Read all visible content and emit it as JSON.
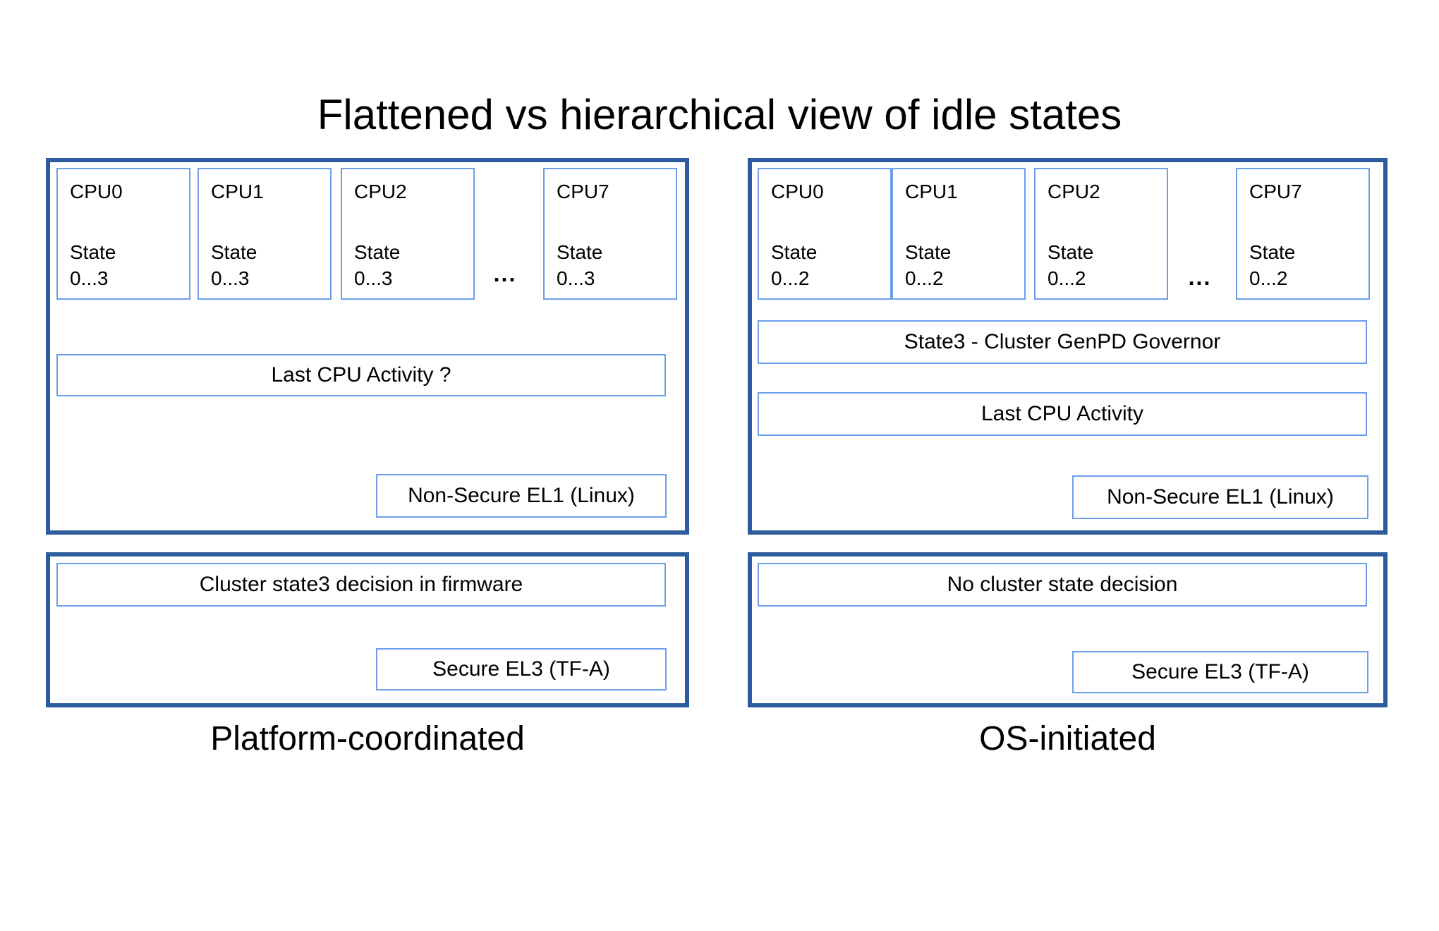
{
  "title": "Flattened vs hierarchical view of idle states",
  "colors": {
    "panel_border": "#2d5c9e",
    "box_border": "#6d9eeb",
    "background": "#ffffff",
    "text": "#000000"
  },
  "left": {
    "caption": "Platform-coordinated",
    "cpus": [
      {
        "name": "CPU0",
        "state_word": "State",
        "state_range": "0...3"
      },
      {
        "name": "CPU1",
        "state_word": "State",
        "state_range": "0...3"
      },
      {
        "name": "CPU2",
        "state_word": "State",
        "state_range": "0...3"
      },
      {
        "name": "CPU7",
        "state_word": "State",
        "state_range": "0...3"
      }
    ],
    "ellipsis": "...",
    "activity_box": "Last CPU Activity ?",
    "el1_box": "Non-Secure EL1 (Linux)",
    "firmware_box": "Cluster state3 decision in firmware",
    "el3_box": "Secure EL3 (TF-A)"
  },
  "right": {
    "caption": "OS-initiated",
    "cpus": [
      {
        "name": "CPU0",
        "state_word": "State",
        "state_range": "0...2"
      },
      {
        "name": "CPU1",
        "state_word": "State",
        "state_range": "0...2"
      },
      {
        "name": "CPU2",
        "state_word": "State",
        "state_range": "0...2"
      },
      {
        "name": "CPU7",
        "state_word": "State",
        "state_range": "0...2"
      }
    ],
    "ellipsis": "...",
    "governor_box": "State3 - Cluster GenPD Governor",
    "activity_box": "Last CPU Activity",
    "el1_box": "Non-Secure EL1 (Linux)",
    "decision_box": "No cluster state decision",
    "el3_box": "Secure EL3 (TF-A)"
  }
}
